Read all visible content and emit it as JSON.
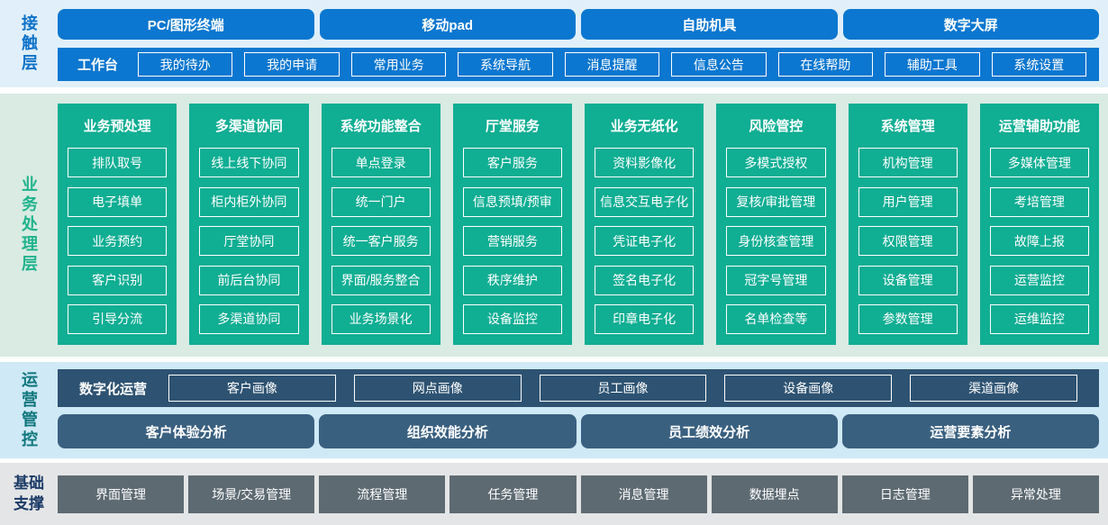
{
  "colors": {
    "blue": "#0b77d0",
    "green": "#10ae93",
    "navy_bar": "#2e5372",
    "navy_box": "#3a6080",
    "gray_box": "#5d6a72",
    "bg_contact": "#e0effa",
    "bg_business": "#d9ebe3",
    "bg_operation": "#cfe9f6",
    "bg_foundation": "#e4e5e6",
    "label_contact": "#0d72c8",
    "label_business": "#1fb38c",
    "label_operation": "#0f767c",
    "label_foundation": "#1b3a66"
  },
  "contact_layer": {
    "label": "接触层",
    "terminals": [
      "PC/图形终端",
      "移动pad",
      "自助机具",
      "数字大屏"
    ],
    "workbench": {
      "label": "工作台",
      "items": [
        "我的待办",
        "我的申请",
        "常用业务",
        "系统导航",
        "消息提醒",
        "信息公告",
        "在线帮助",
        "辅助工具",
        "系统设置"
      ]
    }
  },
  "business_layer": {
    "label": "业务处理层",
    "columns": [
      {
        "title": "业务预处理",
        "items": [
          "排队取号",
          "电子填单",
          "业务预约",
          "客户识别",
          "引导分流"
        ]
      },
      {
        "title": "多渠道协同",
        "items": [
          "线上线下协同",
          "柜内柜外协同",
          "厅堂协同",
          "前后台协同",
          "多渠道协同"
        ]
      },
      {
        "title": "系统功能整合",
        "items": [
          "单点登录",
          "统一门户",
          "统一客户服务",
          "界面/服务整合",
          "业务场景化"
        ]
      },
      {
        "title": "厅堂服务",
        "items": [
          "客户服务",
          "信息预填/预审",
          "营销服务",
          "秩序维护",
          "设备监控"
        ]
      },
      {
        "title": "业务无纸化",
        "items": [
          "资料影像化",
          "信息交互电子化",
          "凭证电子化",
          "签名电子化",
          "印章电子化"
        ]
      },
      {
        "title": "风险管控",
        "items": [
          "多模式授权",
          "复核/审批管理",
          "身份核查管理",
          "冠字号管理",
          "名单检查等"
        ]
      },
      {
        "title": "系统管理",
        "items": [
          "机构管理",
          "用户管理",
          "权限管理",
          "设备管理",
          "参数管理"
        ]
      },
      {
        "title": "运营辅助功能",
        "items": [
          "多媒体管理",
          "考培管理",
          "故障上报",
          "运营监控",
          "运维监控"
        ]
      }
    ]
  },
  "operation_layer": {
    "label": "运营管控",
    "digital_ops": {
      "label": "数字化运营",
      "items": [
        "客户画像",
        "网点画像",
        "员工画像",
        "设备画像",
        "渠道画像"
      ]
    },
    "analysis": [
      "客户体验分析",
      "组织效能分析",
      "员工绩效分析",
      "运营要素分析"
    ]
  },
  "foundation_layer": {
    "label": "基础支撑",
    "items": [
      "界面管理",
      "场景/交易管理",
      "流程管理",
      "任务管理",
      "消息管理",
      "数据埋点",
      "日志管理",
      "异常处理"
    ]
  }
}
